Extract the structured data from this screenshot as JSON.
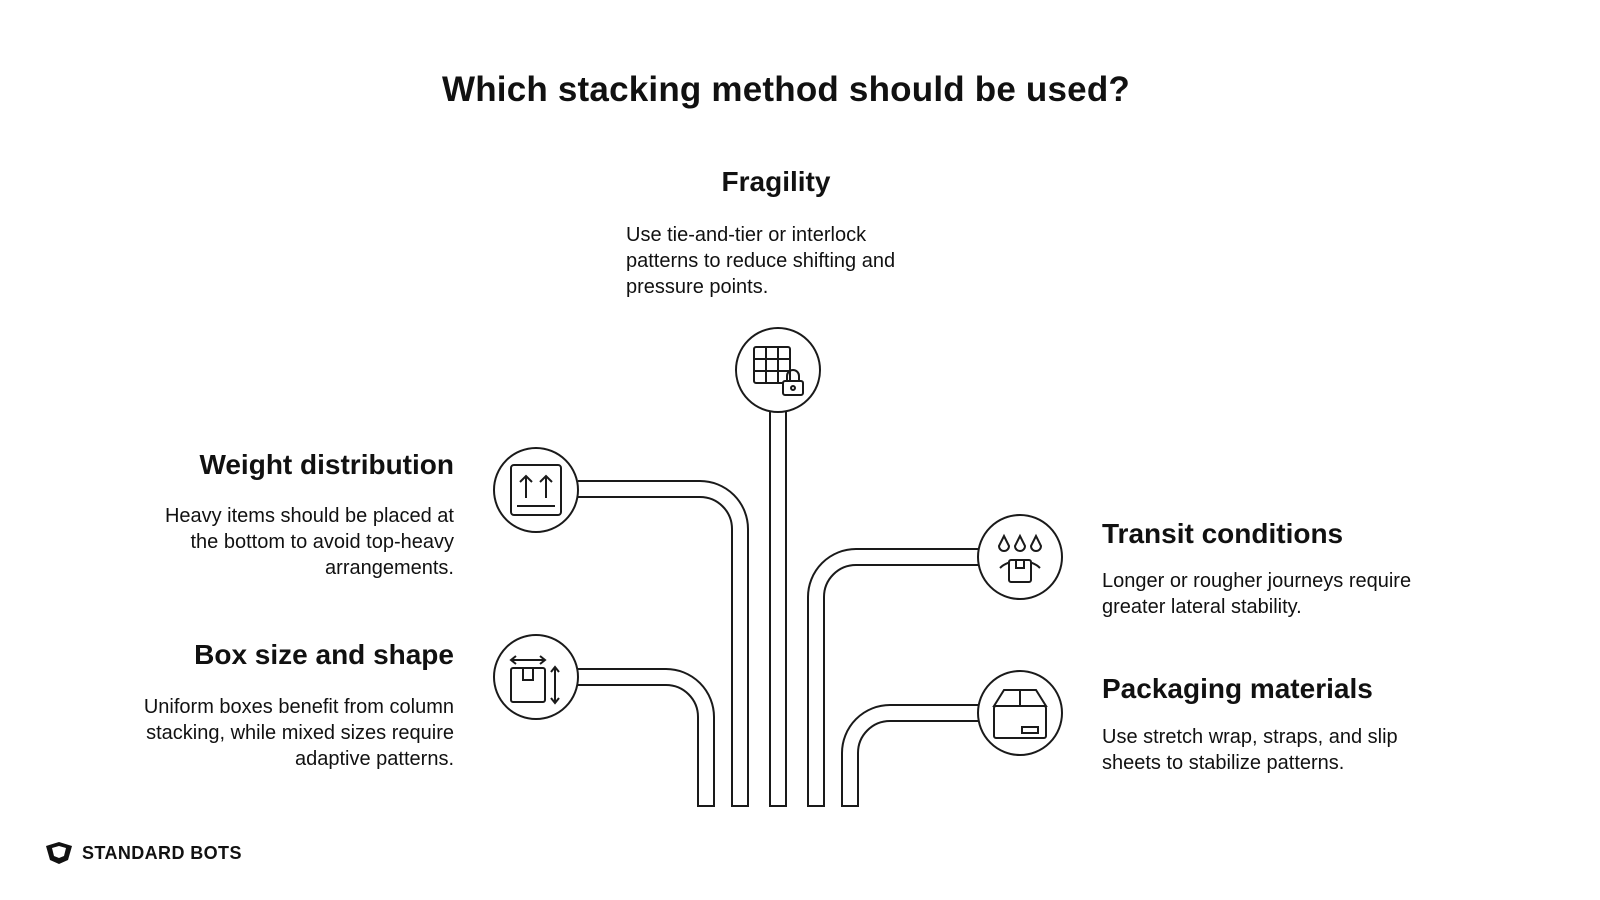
{
  "title": "Which stacking method should be used?",
  "items": {
    "fragility": {
      "heading": "Fragility",
      "text": "Use tie-and-tier or interlock patterns to reduce shifting and pressure points.",
      "icon": "grid-lock-icon"
    },
    "weight": {
      "heading": "Weight distribution",
      "text": "Heavy items should be placed at the bottom to avoid top-heavy arrangements.",
      "icon": "this-side-up-box-icon"
    },
    "boxsize": {
      "heading": "Box size and shape",
      "text": "Uniform boxes benefit from column stacking, while mixed sizes require adaptive patterns.",
      "icon": "box-dimensions-icon"
    },
    "transit": {
      "heading": "Transit conditions",
      "text": "Longer or rougher journeys require greater lateral stability.",
      "icon": "rain-box-icon"
    },
    "packaging": {
      "heading": "Packaging materials",
      "text": "Use stretch wrap, straps, and slip sheets to stabilize patterns.",
      "icon": "package-icon"
    }
  },
  "brand": {
    "name": "STANDARD BOTS"
  },
  "colors": {
    "line": "#1a1a1a",
    "text": "#111111",
    "background": "#ffffff"
  }
}
